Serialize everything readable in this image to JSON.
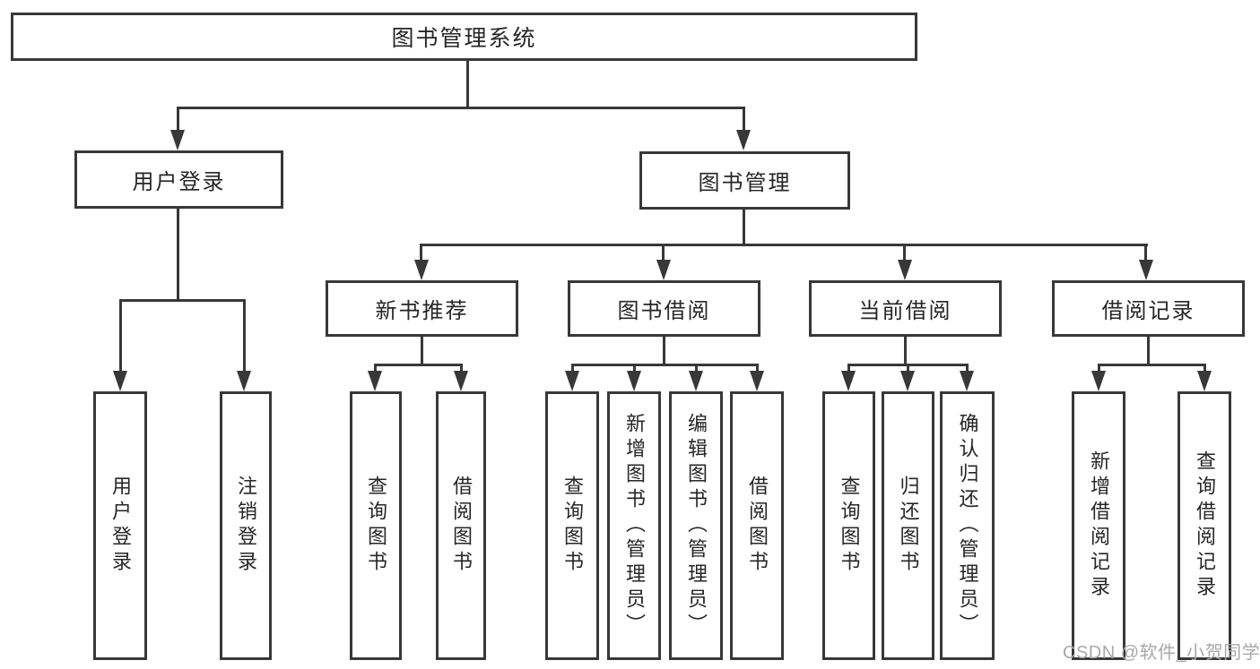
{
  "diagram": {
    "root": {
      "label": "图书管理系统"
    },
    "branches": [
      {
        "label": "用户登录",
        "children": [
          {
            "label": "用户登录"
          },
          {
            "label": "注销登录"
          }
        ]
      },
      {
        "label": "图书管理",
        "children": [
          {
            "label": "新书推荐",
            "children": [
              {
                "label": "查询图书"
              },
              {
                "label": "借阅图书"
              }
            ]
          },
          {
            "label": "图书借阅",
            "children": [
              {
                "label": "查询图书"
              },
              {
                "label": "新增图书（管理员）"
              },
              {
                "label": "编辑图书（管理员）"
              },
              {
                "label": "借阅图书"
              }
            ]
          },
          {
            "label": "当前借阅",
            "children": [
              {
                "label": "查询图书"
              },
              {
                "label": "归还图书"
              },
              {
                "label": "确认归还（管理员）"
              }
            ]
          },
          {
            "label": "借阅记录",
            "children": [
              {
                "label": "新增借阅记录"
              },
              {
                "label": "查询借阅记录"
              }
            ]
          }
        ]
      }
    ]
  },
  "watermark": {
    "text": "CSDN @软件_小贺同学"
  },
  "colors": {
    "line": "#383838",
    "text": "#262626",
    "watermark": "#a8a8a8",
    "background": "#ffffff"
  }
}
